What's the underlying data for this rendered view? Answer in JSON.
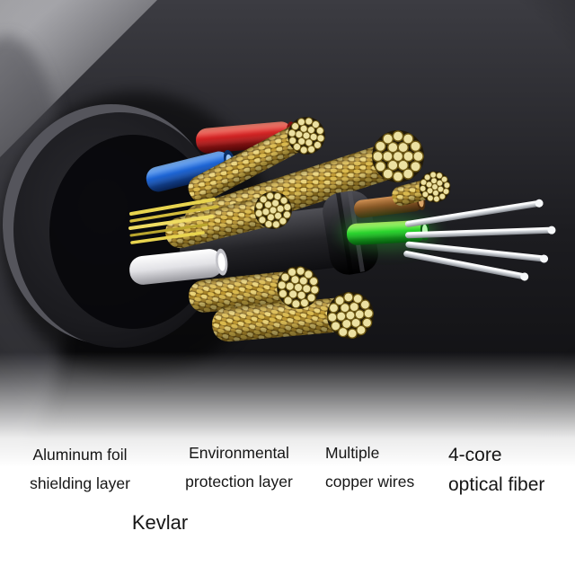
{
  "labels": {
    "aluminum_foil": {
      "line1": "Aluminum foil",
      "line2": "shielding layer"
    },
    "environmental": {
      "line1": "Environmental",
      "line2": "protection layer"
    },
    "copper": {
      "line1": "Multiple",
      "line2": "copper wires"
    },
    "optical_fiber": {
      "line1": "4-core",
      "line2": "optical fiber"
    },
    "kevlar": {
      "text": "Kevlar"
    }
  },
  "colors": {
    "photo_background": "#141417",
    "label_text": "#161616",
    "copper_braid_gold": "#d9b84a",
    "copper_strand_face": "#ece1a2",
    "wire_red": "#d42424",
    "wire_blue": "#1e66d6",
    "wire_green": "#29d32d",
    "wire_brown": "#8a5526",
    "kevlar_yellow": "#e8d44f",
    "optical_fiber_silver": "#d4d8dd",
    "jacket_dark": "#1b1b1f"
  }
}
